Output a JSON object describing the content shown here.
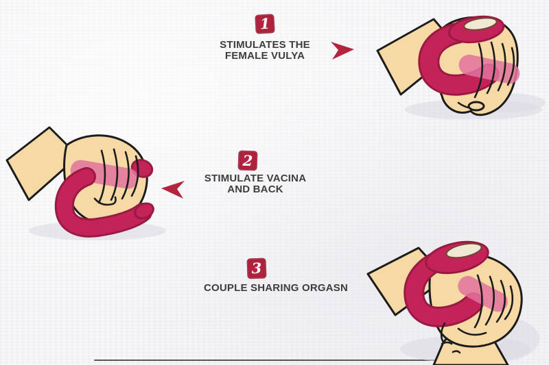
{
  "colors": {
    "badge_red": "#b3233f",
    "arrow_red": "#b5243f",
    "text_dark": "#3d3d3d",
    "device_pink": "#c4235a",
    "device_dark": "#9a1a42",
    "device_translucent": "#e2739f",
    "skin": "#f6d9a4",
    "outline": "#1c1c1c",
    "gloss_cream": "#f1e8d3",
    "shadow_gray": "#dcdbe2",
    "background": "#f4f4f6",
    "table_line": "#45423c"
  },
  "steps": [
    {
      "number": "1",
      "lines": [
        "STIMULATES THE",
        "FEMALE VULYA"
      ],
      "arrow_direction": "right",
      "illustration": "hand-gripping-c-shaped-vibrator-top-right"
    },
    {
      "number": "2",
      "lines": [
        "STIMULATE VACINA",
        "AND BACK"
      ],
      "arrow_direction": "left",
      "illustration": "hand-gripping-c-shaped-vibrator-middle-left"
    },
    {
      "number": "3",
      "lines": [
        "COUPLE SHARING ORGASN"
      ],
      "arrow_direction": "none",
      "illustration": "hand-gripping-c-shaped-vibrator-bottom-right"
    }
  ]
}
